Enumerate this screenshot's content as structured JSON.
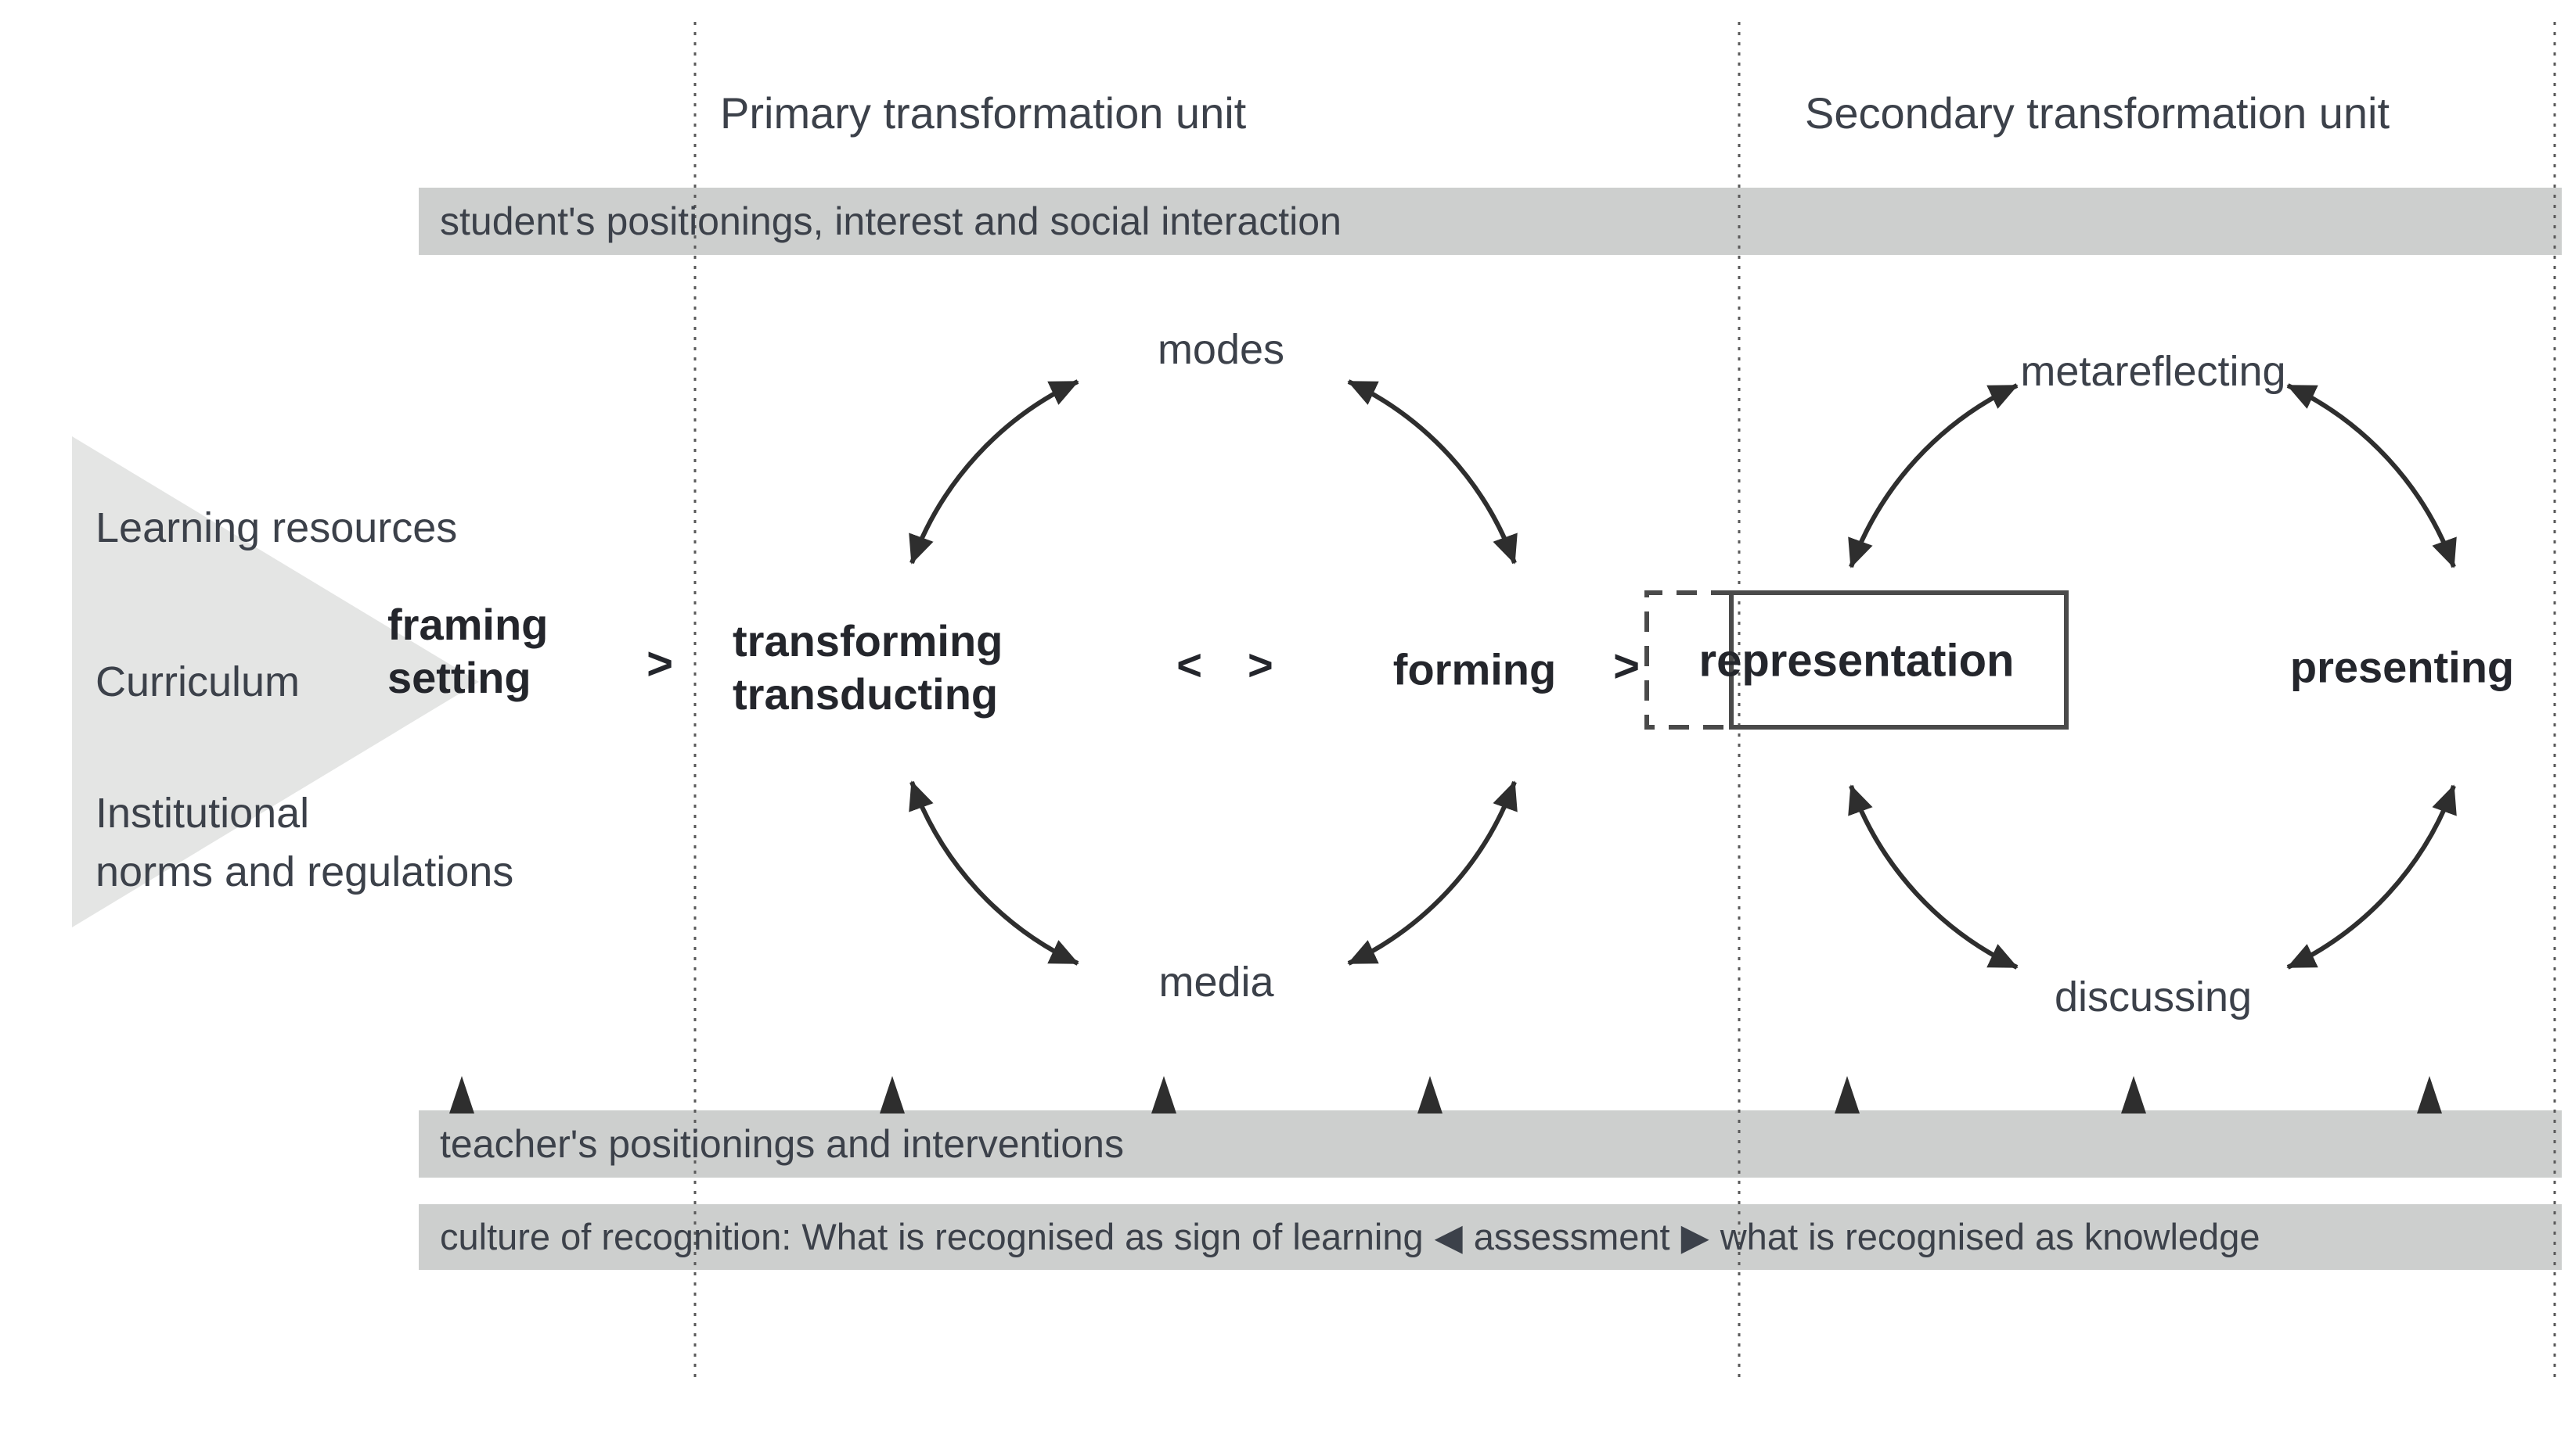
{
  "figure": {
    "primary_unit_label": "Primary transformation unit",
    "secondary_unit_label": "Secondary transformation unit"
  },
  "bars": {
    "student": "student's positionings, interest and social interaction",
    "teacher": "teacher's positionings and interventions",
    "culture": {
      "prefix": "culture of recognition: What is recognised as sign of learning",
      "left_arrow": "◀",
      "center": "assessment",
      "right_arrow": "▶",
      "suffix": "what is recognised as knowledge"
    }
  },
  "context": {
    "line1": "Learning resources",
    "line2": "Curriculum",
    "line3": "Institutional",
    "line4": "norms and regulations"
  },
  "nodes": {
    "framing_line1": "framing",
    "framing_line2": "setting",
    "arrow_after_framing": ">",
    "transforming_line1": "transforming",
    "transforming_line2": "transducting",
    "exchange_left": "<",
    "exchange_right": ">",
    "modes": "modes",
    "media": "media",
    "forming": "forming",
    "arrow_after_forming": ">",
    "representation": "representation",
    "metareflecting": "metareflecting",
    "discussing": "discussing",
    "presenting": "presenting"
  },
  "colors": {
    "bar_gray": "#cdcfce",
    "triangle_gray": "#e4e5e4",
    "text": "#3c414a",
    "bold_text": "#24262c",
    "line": "#2e2e2e",
    "divider": "#5a5a5a"
  }
}
